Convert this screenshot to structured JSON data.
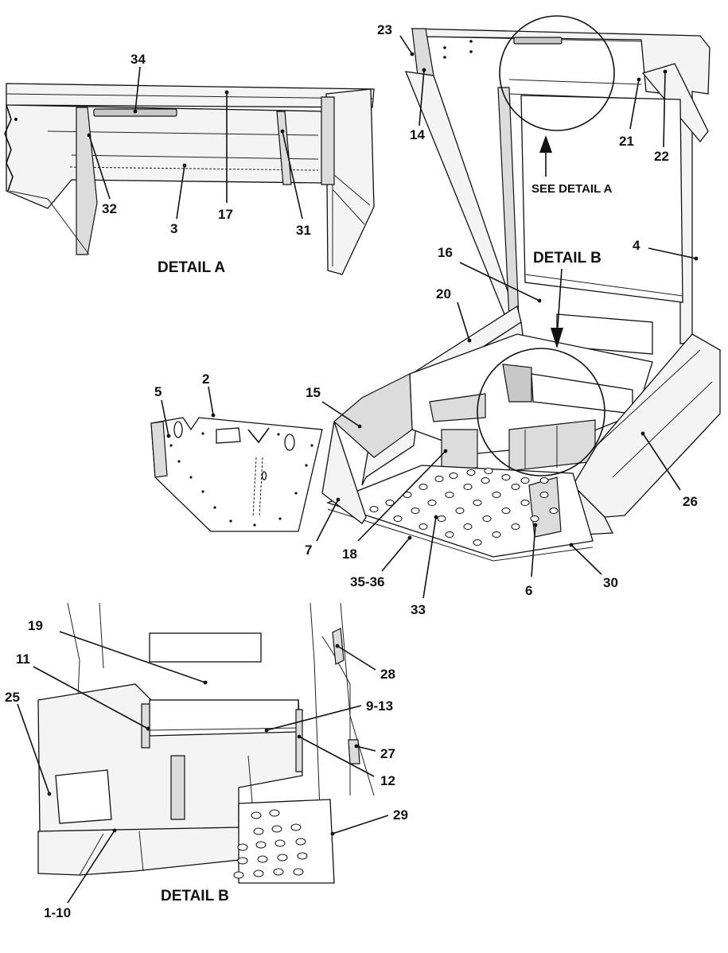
{
  "detail_titles": {
    "detail_a": "DETAIL A",
    "detail_b_callout": "DETAIL B",
    "detail_b": "DETAIL B",
    "see_detail_a": "SEE DETAIL A"
  },
  "detail_a_callouts": {
    "c34": "34",
    "c17": "17",
    "c32": "32",
    "c3": "3",
    "c31": "31"
  },
  "main_callouts": {
    "c23": "23",
    "c14": "14",
    "c21": "21",
    "c22": "22",
    "c4": "4",
    "c16": "16",
    "c20": "20",
    "c15": "15",
    "c5": "5",
    "c2": "2",
    "c7": "7",
    "c18": "18",
    "c35_36": "35-36",
    "c33": "33",
    "c6": "6",
    "c30": "30",
    "c26": "26"
  },
  "detail_b_callouts": {
    "c19": "19",
    "c11": "11",
    "c25": "25",
    "c9_13": "9-13",
    "c28": "28",
    "c27": "27",
    "c12": "12",
    "c29": "29",
    "c1_10": "1-10"
  }
}
